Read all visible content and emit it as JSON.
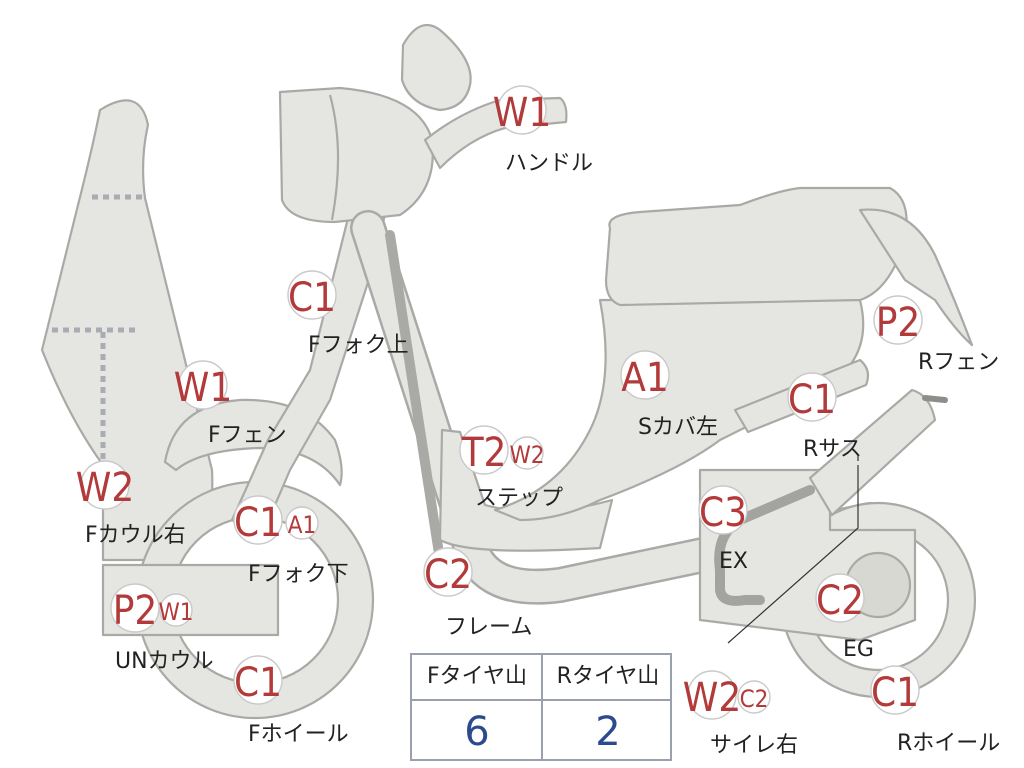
{
  "parts": [
    {
      "id": "handle",
      "grades": [
        "W1"
      ],
      "label": "ハンドル"
    },
    {
      "id": "f-fork-upper",
      "grades": [
        "C1"
      ],
      "label": "Fフォク上"
    },
    {
      "id": "f-fender",
      "grades": [
        "W1"
      ],
      "label": "Fフェン"
    },
    {
      "id": "f-cowl-right",
      "grades": [
        "W2"
      ],
      "label": "Fカウル右"
    },
    {
      "id": "f-fork-lower",
      "grades": [
        "C1",
        "A1"
      ],
      "label": "Fフォク下"
    },
    {
      "id": "under-cowl",
      "grades": [
        "P2",
        "W1"
      ],
      "label": "UNカウル"
    },
    {
      "id": "f-wheel",
      "grades": [
        "C1"
      ],
      "label": "Fホイール"
    },
    {
      "id": "step",
      "grades": [
        "T2",
        "W2"
      ],
      "label": "ステップ"
    },
    {
      "id": "frame",
      "grades": [
        "C2"
      ],
      "label": "フレーム"
    },
    {
      "id": "s-cover-left",
      "grades": [
        "A1"
      ],
      "label": "Sカバ左"
    },
    {
      "id": "r-fender",
      "grades": [
        "P2"
      ],
      "label": "Rフェン"
    },
    {
      "id": "r-suspension",
      "grades": [
        "C1"
      ],
      "label": "Rサス"
    },
    {
      "id": "exhaust",
      "grades": [
        "C3"
      ],
      "label": "EX"
    },
    {
      "id": "engine",
      "grades": [
        "C2"
      ],
      "label": "EG"
    },
    {
      "id": "silencer-right",
      "grades": [
        "W2",
        "C2"
      ],
      "label": "サイレ右"
    },
    {
      "id": "r-wheel",
      "grades": [
        "C1"
      ],
      "label": "Rホイール"
    }
  ],
  "tire_table": {
    "headers": [
      "Fタイヤ山",
      "Rタイヤ山"
    ],
    "values": [
      "6",
      "2"
    ]
  },
  "colors": {
    "grade_text": "#b23a3a",
    "tire_value": "#2c4a8f",
    "body_fill": "#e5e5e1",
    "outline": "#a9aaa6"
  }
}
